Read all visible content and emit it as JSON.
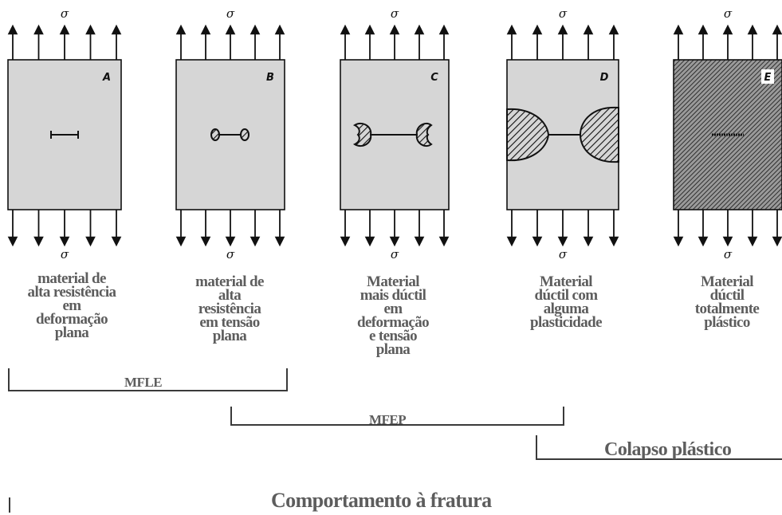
{
  "panels": [
    {
      "id": "A",
      "letter": "A",
      "sigma_top": "σ",
      "sigma_bottom": "σ",
      "caption": [
        "material de",
        "alta resistência",
        "em",
        "deformação",
        "plana"
      ],
      "defect": "line-crack"
    },
    {
      "id": "B",
      "letter": "B",
      "sigma_top": "σ",
      "sigma_bottom": "σ",
      "caption": [
        "material de",
        "alta",
        "resistência",
        "em tensão",
        "plana"
      ],
      "defect": "crack-small-plastic-zones"
    },
    {
      "id": "C",
      "letter": "C",
      "sigma_top": "σ",
      "sigma_bottom": "σ",
      "caption": [
        "Material",
        "mais dúctil",
        "em",
        "deformação",
        "e tensão",
        "plana"
      ],
      "defect": "crack-larger-plastic-zones"
    },
    {
      "id": "D",
      "letter": "D",
      "sigma_top": "σ",
      "sigma_bottom": "σ",
      "caption": [
        "Material",
        "dúctil com",
        "alguma",
        "plasticidade"
      ],
      "defect": "crack-plastic-zones-reaching-edges"
    },
    {
      "id": "E",
      "letter": "E",
      "sigma_top": "σ",
      "sigma_bottom": "σ",
      "caption": [
        "Material",
        "dúctil",
        "totalmente",
        "plástico"
      ],
      "defect": "fully-plastic"
    }
  ],
  "brackets": [
    {
      "id": "mfle",
      "label": "MFLE"
    },
    {
      "id": "mfep",
      "label": "MFEP"
    },
    {
      "id": "colapso",
      "label": "Colapso plástico"
    }
  ],
  "title": "Comportamento à fratura",
  "colors": {
    "plate_fill": "#d6d6d6",
    "line": "#111111",
    "caption_text": "#5d5d5d",
    "bracket_line": "#3a3a3a"
  }
}
